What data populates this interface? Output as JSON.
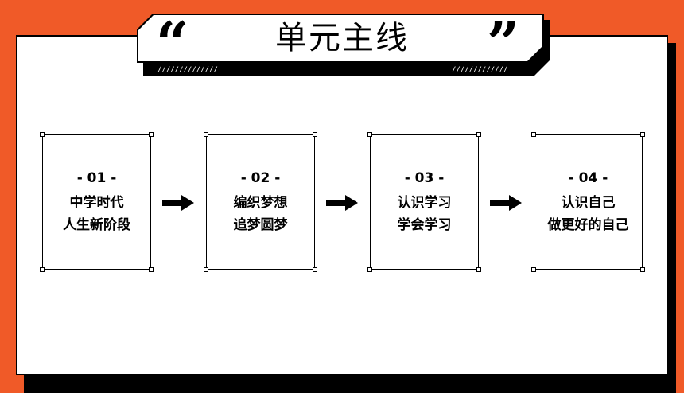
{
  "header": {
    "title": "单元主线",
    "quote_open": "“",
    "quote_close": "”",
    "slashes_left": "//////////////",
    "slashes_right": "/////////////"
  },
  "steps": [
    {
      "number": "- 01 -",
      "lines": [
        "中学时代",
        "人生新阶段"
      ]
    },
    {
      "number": "- 02 -",
      "lines": [
        "编织梦想",
        "追梦圆梦"
      ]
    },
    {
      "number": "- 03 -",
      "lines": [
        "认识学习",
        "学会学习"
      ]
    },
    {
      "number": "- 04 -",
      "lines": [
        "认识自己",
        "做更好的自己"
      ]
    }
  ],
  "colors": {
    "background": "#F05A28",
    "panel": "#FFFFFF",
    "ink": "#000000"
  },
  "icons": [
    "arrow-right-icon"
  ]
}
